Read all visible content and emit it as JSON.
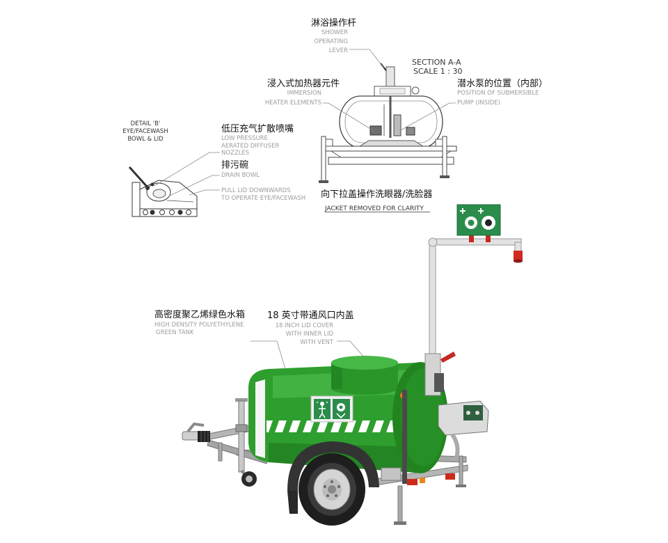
{
  "labels": {
    "shower_lever": {
      "zh": "淋浴操作杆",
      "en": [
        "SHOWER",
        "OPERATING",
        "LEVER"
      ]
    },
    "section": {
      "title": "SECTION A-A",
      "scale": "SCALE 1 : 30"
    },
    "heater": {
      "zh": "浸入式加热器元件",
      "en": [
        "IMMERSION",
        "HEATER ELEMENTS"
      ]
    },
    "pump": {
      "zh": "潜水泵的位置（内部）",
      "en": [
        "POSITION OF SUBMERSIBLE",
        "PUMP (INSIDE)"
      ]
    },
    "detail_b": [
      "DETAIL 'B'",
      "EYE/FACEWASH",
      "BOWL & LID"
    ],
    "nozzles": {
      "zh": "低压充气扩散喷嘴",
      "en": [
        "LOW PRESSURE",
        "AERATED DIFFUSER",
        "NOZZLES"
      ]
    },
    "drain_bowl": {
      "zh": "排污碗",
      "en": [
        "DRAIN BOWL"
      ]
    },
    "pull_lid": {
      "en": [
        "PULL LID DOWNWARDS",
        "TO OPERATE EYE/FACEWASH"
      ],
      "zh": "向下拉盖操作洗眼器/洗脸器"
    },
    "jacket_note": "JACKET REMOVED FOR CLARITY",
    "tank": {
      "zh": "高密度聚乙烯绿色水箱",
      "en": [
        "HIGH DENSITY POLYETHYLENE",
        "GREEN TANK"
      ]
    },
    "lid": {
      "zh": "18 英寸带通风口内盖",
      "en": [
        "18 INCH LID COVER",
        "WITH INNER LID",
        "WITH VENT"
      ]
    }
  },
  "icons": [
    "shower-sign-icon",
    "eyewash-sign-icon"
  ],
  "colors": {
    "tank_green": "#2e9e2e",
    "tank_end_green": "#22841f",
    "hazard_white": "#ffffff",
    "shower_head_red": "#d02a22",
    "sign_green": "#2b8c4c",
    "label_gray": "#9c9c9c",
    "label_black": "#111111",
    "title_dark": "#333333"
  }
}
